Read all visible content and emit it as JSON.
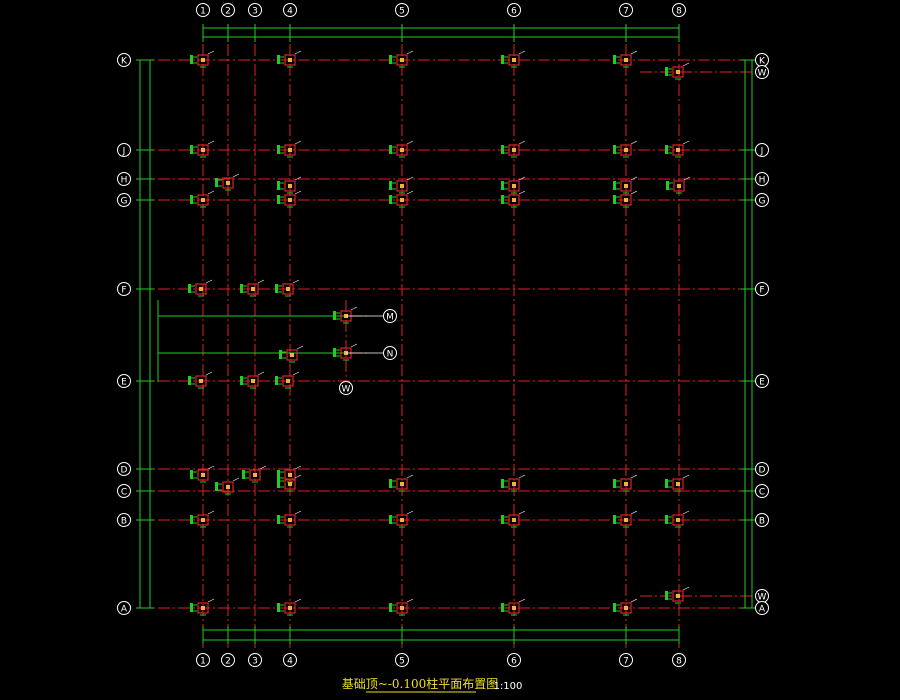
{
  "drawing": {
    "title": "基础顶~-0.100柱平面布置图",
    "scale": "1:100",
    "colors": {
      "background": "#000000",
      "axis_line": "#e0202a",
      "dimension": "#22cc22",
      "bubble": "#ffffff",
      "column_box": "#e0202a",
      "column_fill": "#f2b13a",
      "title": "#f0e020",
      "text": "#ffffff"
    },
    "top_axes": [
      "1",
      "2",
      "3",
      "4",
      "5",
      "6",
      "7",
      "8"
    ],
    "bottom_axes": [
      "1",
      "2",
      "3",
      "4",
      "5",
      "6",
      "7",
      "8"
    ],
    "left_axes": [
      "K",
      "J",
      "H",
      "G",
      "F",
      "E",
      "D",
      "C",
      "B",
      "A"
    ],
    "right_axes": [
      "K",
      "W",
      "J",
      "H",
      "G",
      "F",
      "E",
      "D",
      "C",
      "B",
      "W",
      "A"
    ],
    "inner_axes": [
      "M",
      "N",
      "W"
    ]
  }
}
